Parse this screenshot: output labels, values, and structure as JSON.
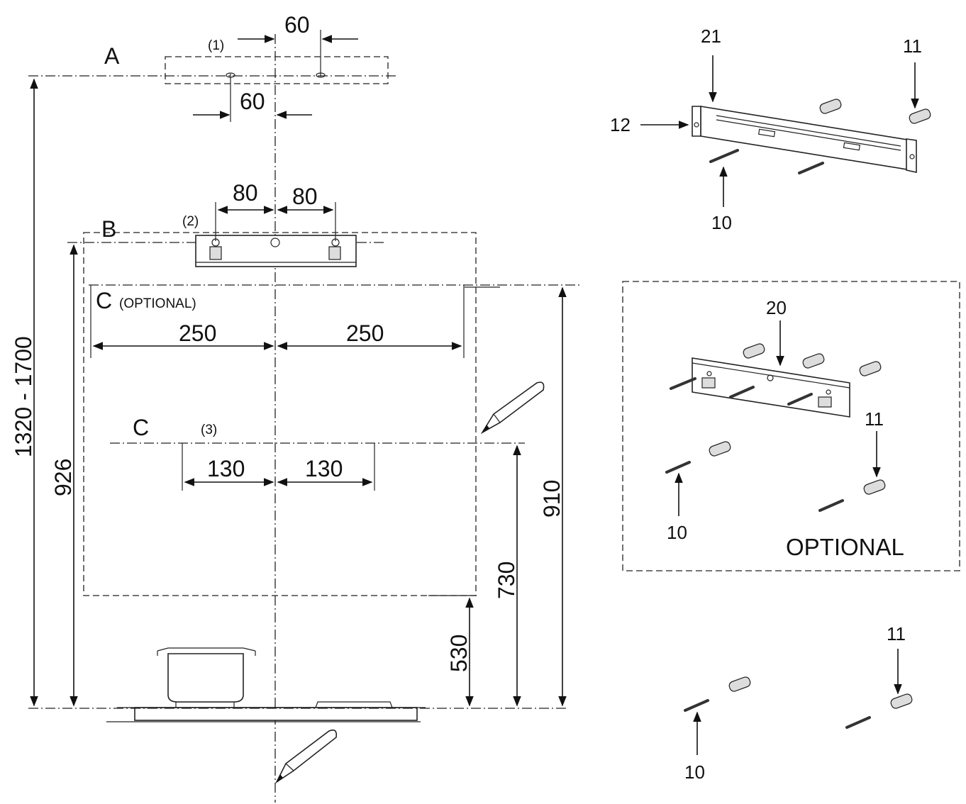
{
  "labels": {
    "a": "A",
    "b": "B",
    "c_optional_letter": "C",
    "c_optional_note": "(OPTIONAL)",
    "c": "C",
    "ref1": "(1)",
    "ref2": "(2)",
    "ref3": "(3)",
    "optional": "OPTIONAL"
  },
  "dimensions": {
    "a_top": "60",
    "a_bottom": "60",
    "b_left": "80",
    "b_right": "80",
    "c_opt_left": "250",
    "c_opt_right": "250",
    "c_left": "130",
    "c_right": "130",
    "total_height": "1320 - 1700",
    "h926": "926",
    "h910": "910",
    "h730": "730",
    "h530": "530"
  },
  "parts": {
    "p21": "21",
    "p12": "12",
    "p11_top": "11",
    "p10_top": "10",
    "p20": "20",
    "p11_mid": "11",
    "p10_mid": "10",
    "p11_bot": "11",
    "p10_bot": "10"
  }
}
